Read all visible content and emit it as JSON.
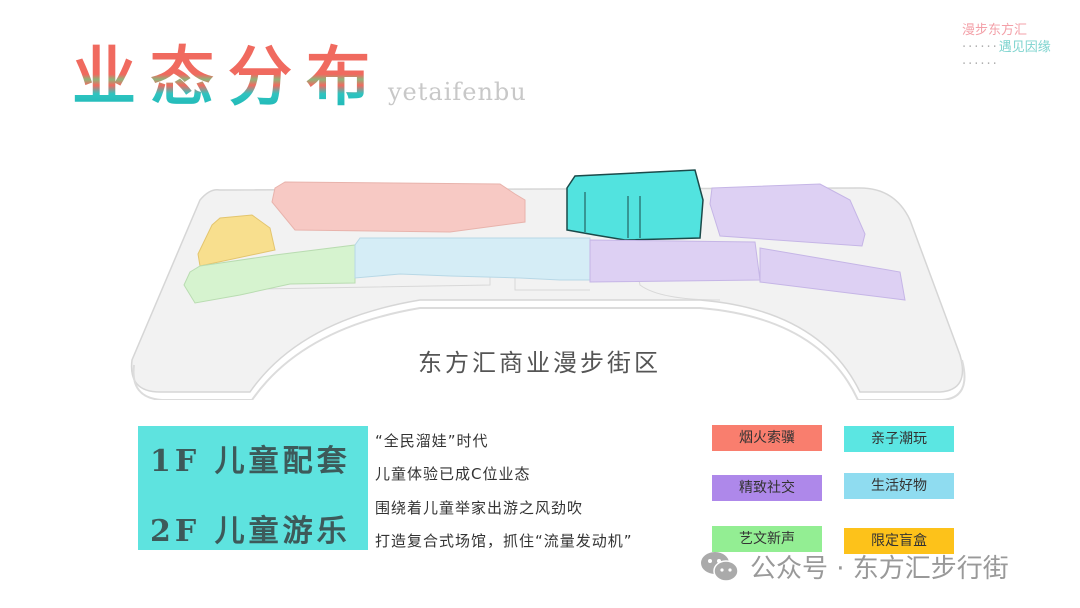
{
  "header": {
    "title": "业态分布",
    "subtitle": "yetaifenbu"
  },
  "brand": {
    "line1": "漫步东方汇",
    "line2_dots": "······",
    "line2": "遇见因缘",
    "line3_dots": "······"
  },
  "map": {
    "label": "东方汇商业漫步街区",
    "blocks": [
      {
        "zone": "烟火索骥",
        "color": "#f7c9c4"
      },
      {
        "zone": "限定盲盒",
        "color": "#f8df8e"
      },
      {
        "zone": "艺文新声",
        "color": "#d6f3cf"
      },
      {
        "zone": "生活好物",
        "color": "#d5edf6"
      },
      {
        "zone": "亲子潮玩",
        "color": "#52e3df"
      },
      {
        "zone": "精致社交",
        "color": "#ddd0f3"
      }
    ]
  },
  "floors": {
    "f1": "1F 儿童配套",
    "f2": "2F 儿童游乐",
    "bg_color": "#5ee3df"
  },
  "description": [
    "“全民溜娃”时代",
    "儿童体验已成C位业态",
    "围绕着儿童举家出游之风劲吹",
    "打造复合式场馆，抓住“流量发动机”"
  ],
  "legend": [
    {
      "label": "烟火索骥",
      "color": "#f97e6e"
    },
    {
      "label": "亲子潮玩",
      "color": "#5be6e2"
    },
    {
      "label": "精致社交",
      "color": "#ae88ea"
    },
    {
      "label": "生活好物",
      "color": "#8fdcf0"
    },
    {
      "label": "艺文新声",
      "color": "#93ee93"
    },
    {
      "label": "限定盲盒",
      "color": "#fdc21a"
    }
  ],
  "watermark": {
    "text": "公众号 · 东方汇步行街"
  }
}
